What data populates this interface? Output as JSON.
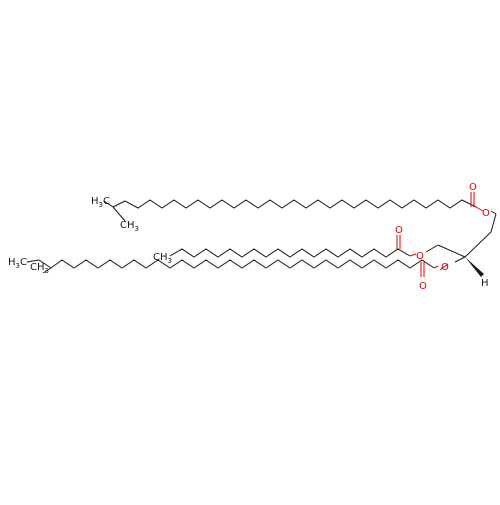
{
  "molecule": {
    "atom_labels": {
      "ch3": "CH",
      "h3": "3",
      "h3c_h": "H",
      "h3c_3": "3",
      "h3c_c": "C",
      "o": "O",
      "h": "H"
    }
  },
  "colors": {
    "bond": "#1a1a1a",
    "oxygen": "#e00000",
    "background": "#ffffff"
  }
}
